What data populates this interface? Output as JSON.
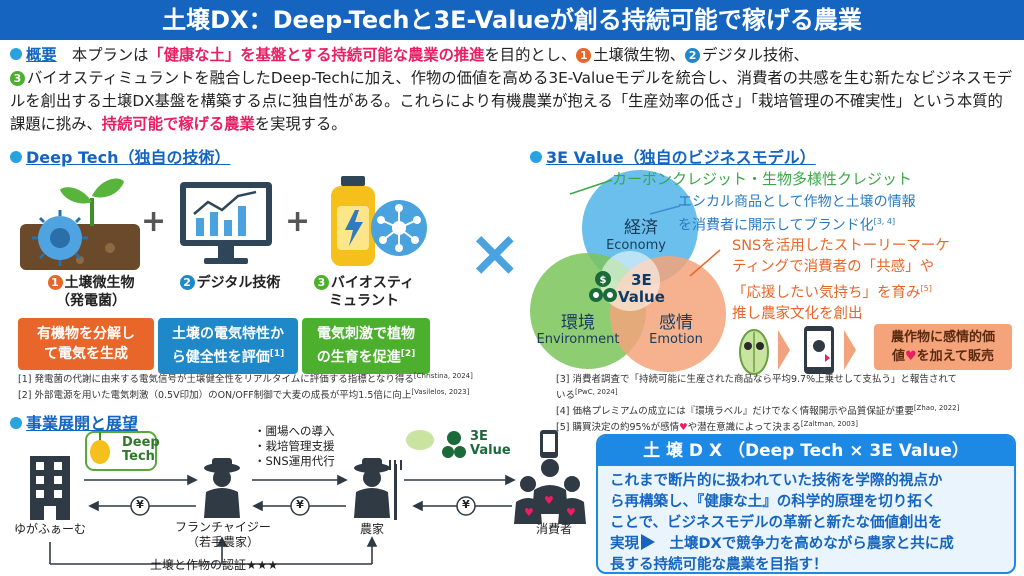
{
  "title": "土壌DX：Deep-Techと3E-Valueが創る持続可能で稼げる農業",
  "overview": {
    "label": "概要",
    "p1": "　本プランは",
    "h1": "「健康な土」を基盤とする持続可能な農業の推進",
    "p2": "を目的とし、",
    "n1": "1",
    "t1": "土壌微生物、",
    "n2": "2",
    "t2": "デジタル技術、",
    "n3": "3",
    "p3": "バイオスティミュラントを融合したDeep-Techに加え、作物の価値を高める3E-Valueモデルを統合し、消費者の共感を生む新たなビジネスモデルを創出する土壌DX基盤を構築する点に独自性がある。これらにより有機農業が抱える「生産効率の低さ」「栽培管理の不確実性」という本質的課題に挑み、",
    "h2": "持続可能で稼げる農業",
    "p4": "を実現する。"
  },
  "deeptech": {
    "title": "Deep Tech（独自の技術）",
    "plus": "+",
    "items": [
      {
        "num": "1",
        "name": "土壌微生物",
        "sub": "（発電菌）",
        "desc1": "有機物を分解し",
        "desc2": "て電気を生成",
        "color": "#e8662a"
      },
      {
        "num": "2",
        "name": "デジタル技術",
        "sub": "",
        "desc1": "土壌の電気特性か",
        "desc2": "ら健全性を評価",
        "sup": "[1]",
        "color": "#1e88c8"
      },
      {
        "num": "3",
        "name": "バイオスティ",
        "sub": "ミュラント",
        "desc1": "電気刺激で植物",
        "desc2": "の生育を促進",
        "sup": "[2]",
        "color": "#4caf2e"
      }
    ],
    "refs": [
      {
        "text": "[1] 発電菌の代謝に由来する電気信号が土壌健全性をリアルタイムに評価する指標となり得る",
        "cite": "[Christina, 2024]"
      },
      {
        "text": "[2] 外部電源を用いた電気刺激（0.5V印加）のON/OFF制御で大麦の成長が平均1.5倍に向上",
        "cite": "[Vasilelos, 2023]"
      }
    ]
  },
  "cross": "×",
  "value3e": {
    "title": "3E Value（独自のビジネスモデル）",
    "economy_jp": "経済",
    "economy_en": "Economy",
    "environment_jp": "環境",
    "environment_en": "Environment",
    "emotion_jp": "感情",
    "emotion_en": "Emotion",
    "center1": "3E",
    "center2": "Value",
    "note_green": "カーボンクレジット・生物多様性クレジット",
    "note_blue1": "エシカル商品として作物と土壌の情報",
    "note_blue2": "を消費者に開示してブランド化",
    "note_blue_sup": "[3, 4]",
    "note_orange1": "SNSを活用したストーリーマーケ",
    "note_orange2": "ティングで消費者の「共感」や",
    "note_orange3": "「応援したい気持ち」を育み",
    "note_orange_sup": "[5]",
    "note_orange4": "推し農家文化を創出",
    "value_box1": "農作物に感情的価",
    "value_box2": "値",
    "value_box_heart": "♥",
    "value_box3": "を加えて販売",
    "refs": [
      {
        "text": "[3] 消費者調査で「持続可能に生産された商品なら平均9.7%上乗せして支払う」と報告されて",
        "text2": "いる",
        "cite": "[PwC, 2024]"
      },
      {
        "text": "[4] 価格プレミアムの成立には『環境ラベル』だけでなく情報開示や品質保証が重要",
        "cite": "[Zhao, 2022]"
      },
      {
        "text": "[5] 購買決定の約95%が感情",
        "heart": "♥",
        "text2": "や潜在意識によって決まる",
        "cite": "[Zaltman, 2003]"
      }
    ]
  },
  "business": {
    "title": "事業展開と展望",
    "logo_deeptech1": "Deep",
    "logo_deeptech2": "Tech",
    "logo_3e1": "3E",
    "logo_3e2": "Value",
    "services": [
      "・圃場への導入",
      "・栽培管理支援",
      "・SNS運用代行"
    ],
    "yen": "¥",
    "actor_company": "ゆがふぁーむ",
    "actor_franchise1": "フランチャイジー",
    "actor_franchise2": "（若手農家）",
    "actor_farmer": "農家",
    "actor_consumer": "消費者",
    "certification": "土壌と作物の認証★★★"
  },
  "dx_summary": {
    "head": "土 壌 D X （Deep Tech × 3E Value）",
    "l1": "これまで断片的に扱われていた技術を学際的視点か",
    "l2": "ら再構築し、『健康な土』の科学的原理を切り拓く",
    "l3": "ことで、ビジネスモデルの革新と新たな価値創出を",
    "l4a": "実現",
    "l4b": "　土壌DXで競争力を高めながら農家と共に成",
    "l5": "長する持続可能な農業を目指す！"
  }
}
